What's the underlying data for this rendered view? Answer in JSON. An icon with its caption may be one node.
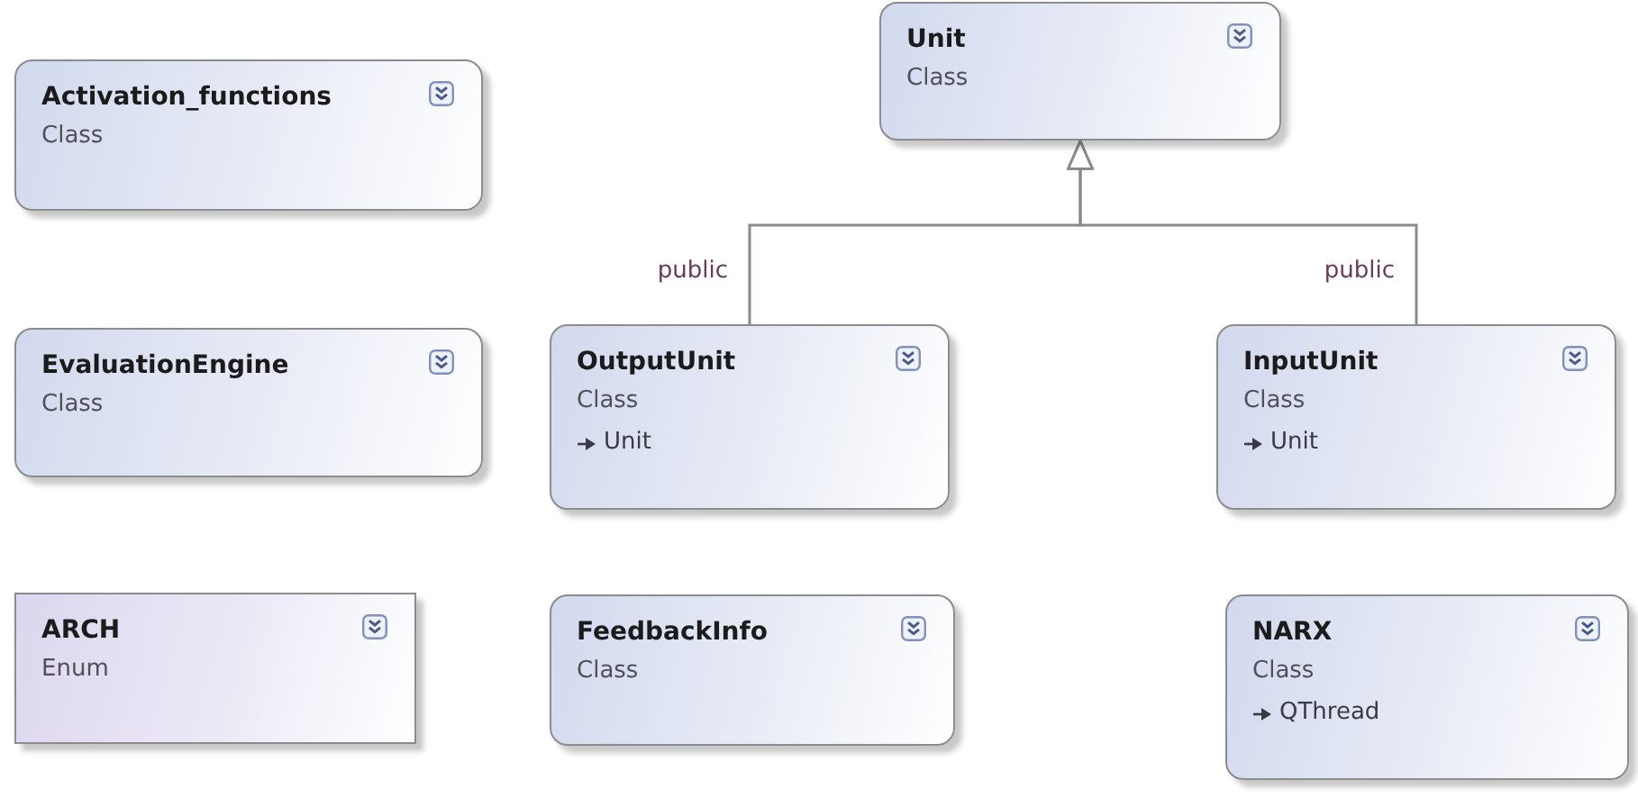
{
  "diagram": {
    "nodes": [
      {
        "text": [
          "Activation_functions",
          "Class"
        ]
      },
      {
        "text": [
          "Unit",
          "Class"
        ]
      },
      {
        "text": [
          "EvaluationEngine",
          "Class"
        ]
      },
      {
        "text": [
          "OutputUnit",
          "Class",
          "Unit"
        ]
      },
      {
        "text": [
          "InputUnit",
          "Class",
          "Unit"
        ]
      },
      {
        "text": [
          "ARCH",
          "Enum"
        ]
      },
      {
        "text": [
          "FeedbackInfo",
          "Class"
        ]
      },
      {
        "text": [
          "NARX",
          "Class",
          "QThread"
        ]
      }
    ],
    "edges": [
      {
        "from": 3,
        "to": 1,
        "arrow": "to",
        "label": "public"
      },
      {
        "from": 4,
        "to": 1,
        "arrow": "to",
        "label": "public"
      }
    ]
  }
}
